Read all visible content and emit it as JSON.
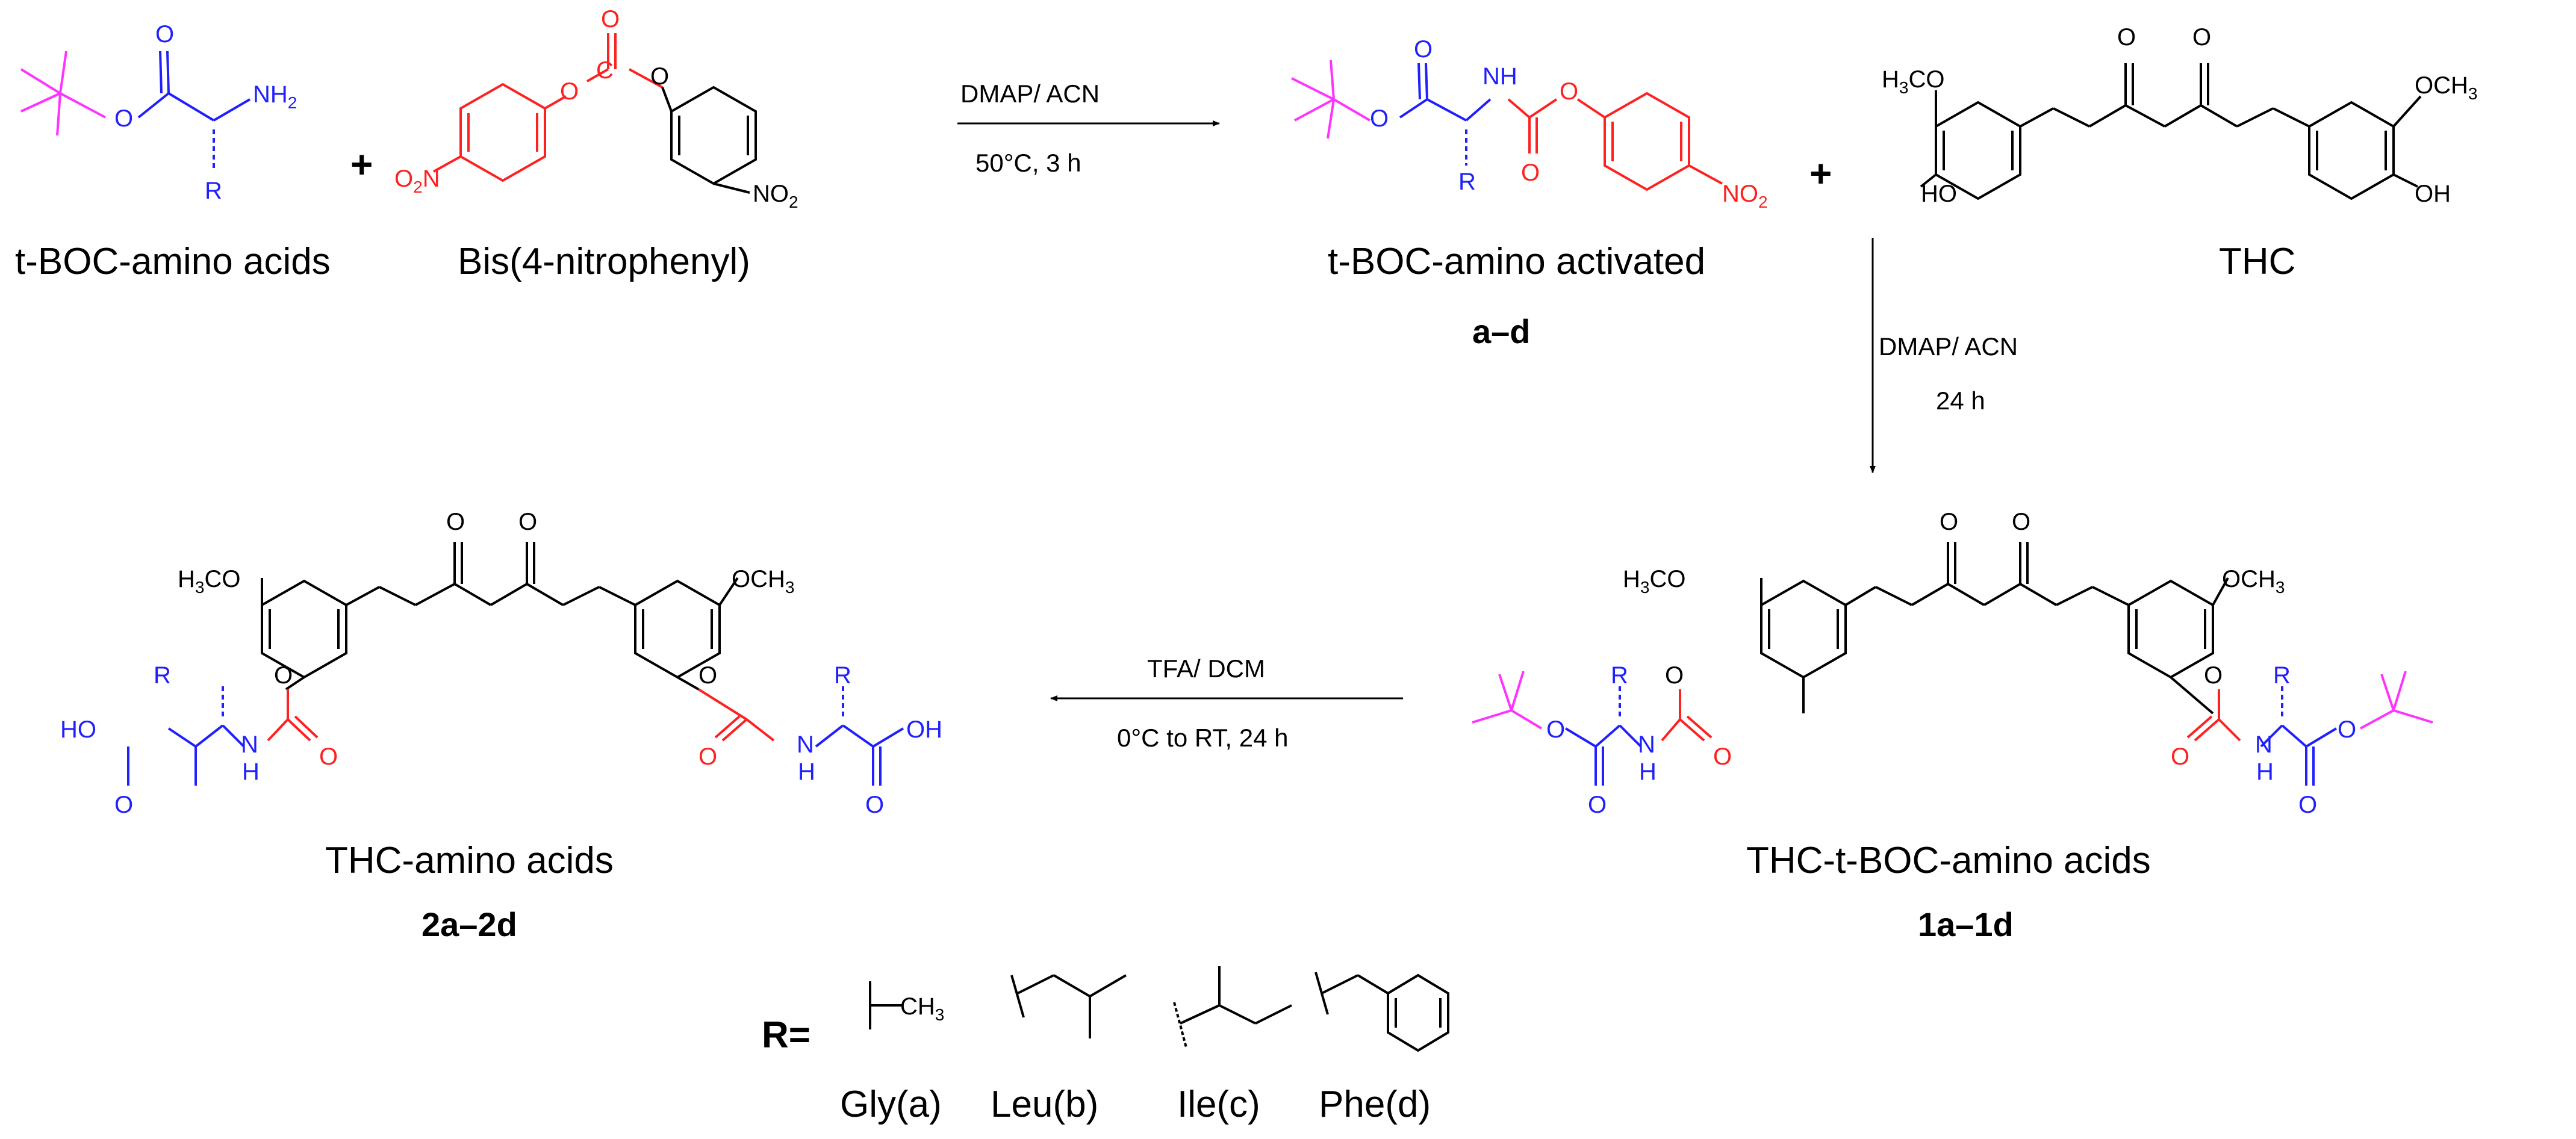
{
  "colors": {
    "tboc": "#ff33ff",
    "amino": "#1f1fff",
    "carbonate": "#ff2020",
    "bond": "#000000"
  },
  "labels": {
    "tboc_amino_acids": "t-BOC-amino acids",
    "bis_nitrophenyl": "Bis(4-nitrophenyl)",
    "tboc_activated": "t-BOC-amino activated",
    "activated_code": "a–d",
    "thc": "THC",
    "thc_tboc": "THC-t-BOC-amino acids",
    "thc_tboc_code": "1a–1d",
    "thc_amino": "THC-amino acids",
    "thc_amino_code": "2a–2d"
  },
  "conditions": {
    "step1_reagent": "DMAP/ ACN",
    "step1_temp": "50°C, 3 h",
    "step2_reagent": "DMAP/ ACN",
    "step2_time": "24 h",
    "step3_reagent": "TFA/ DCM",
    "step3_temp": "0°C to RT, 24 h"
  },
  "plus_sign": "+",
  "r_groups": {
    "title": "R=",
    "items": [
      {
        "label": "Gly(a)",
        "atom": "CH3"
      },
      {
        "label": "Leu(b)"
      },
      {
        "label": "Ile(c)"
      },
      {
        "label": "Phe(d)"
      }
    ]
  },
  "atoms": {
    "O": "O",
    "C": "C",
    "N": "N",
    "R": "R",
    "NH2": "NH",
    "NH2_sub": "2",
    "NH": "NH",
    "H": "H",
    "NO2": "NO",
    "NO2_sub": "2",
    "O2N": "O",
    "O2N_sub": "2",
    "O2N_N": "N",
    "H3CO": "H",
    "H3CO_sub": "3",
    "H3CO_rest": "CO",
    "OCH3": "OCH",
    "OCH3_sub": "3",
    "HO": "HO",
    "OH": "OH"
  }
}
